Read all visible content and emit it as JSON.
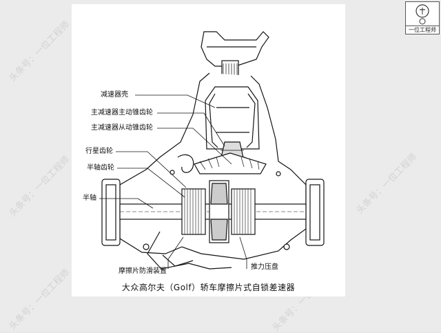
{
  "logo": {
    "text": "一位工程师"
  },
  "watermarks": [
    "头条号：一位工程师",
    "头条号：一位工程师",
    "头条号：一位工程师",
    "头条号：一位工程师",
    "头条号：一位工程师",
    "头条号：一位工程师"
  ],
  "diagram": {
    "labels": {
      "housing": "减速器壳",
      "drive_bevel_gear": "主减速器主动锥齿轮",
      "driven_bevel_gear": "主减速器从动锥齿轮",
      "planet_gear": "行星齿轮",
      "side_gear": "半轴齿轮",
      "half_shaft": "半轴",
      "anti_slip_device": "摩擦片防滑装置",
      "thrust_plate": "推力压盘"
    },
    "caption": "大众高尔夫（Golf）轿车摩擦片式自锁差速器"
  }
}
